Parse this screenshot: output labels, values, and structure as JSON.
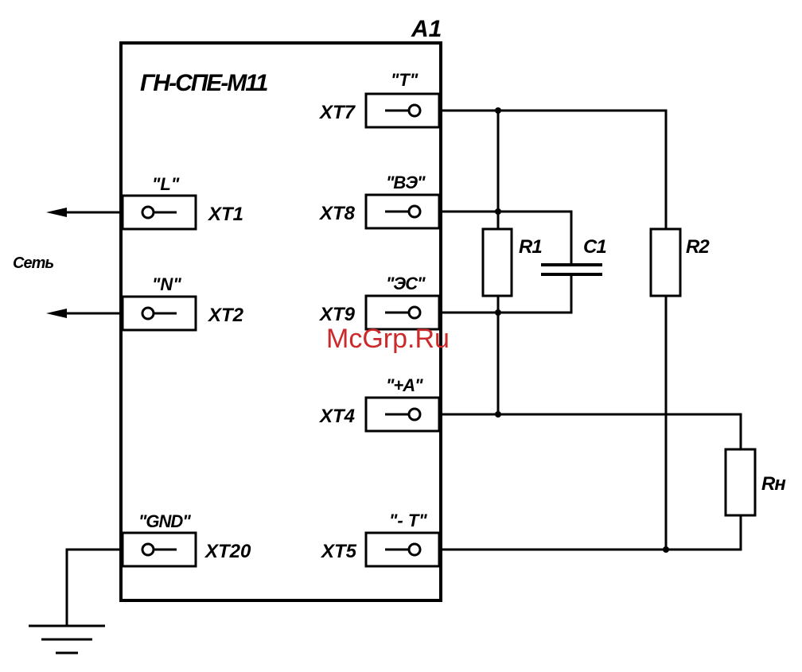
{
  "module": {
    "designator": "A1",
    "model": "ГН-СПЕ-М11"
  },
  "left_terminals": [
    {
      "id": "XT1",
      "signal": "\"L\""
    },
    {
      "id": "XT2",
      "signal": "\"N\""
    },
    {
      "id": "XT20",
      "signal": "\"GND\""
    }
  ],
  "right_terminals": [
    {
      "id": "XT7",
      "signal": "\"T\""
    },
    {
      "id": "XT8",
      "signal": "\"ВЭ\""
    },
    {
      "id": "XT9",
      "signal": "\"ЭС\""
    },
    {
      "id": "XT4",
      "signal": "\"+А\""
    },
    {
      "id": "XT5",
      "signal": "\"- Т\""
    }
  ],
  "network_label": "Сеть",
  "components": {
    "r1": "R1",
    "c1": "C1",
    "r2": "R2",
    "rn": "Rн"
  },
  "watermark": "McGrp.Ru"
}
